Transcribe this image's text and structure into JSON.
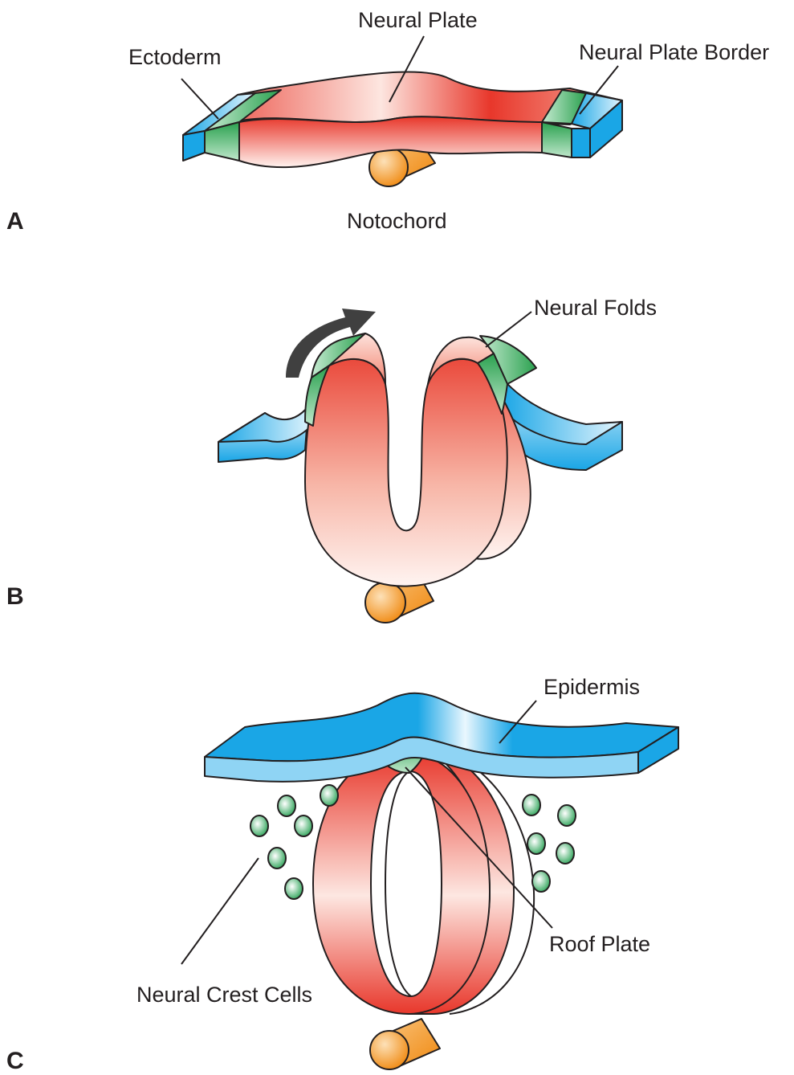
{
  "panels": [
    {
      "letter": "A",
      "labels": {
        "ectoderm": "Ectoderm",
        "neural_plate": "Neural Plate",
        "neural_plate_border": "Neural Plate Border",
        "notochord": "Notochord"
      }
    },
    {
      "letter": "B",
      "labels": {
        "neural_folds": "Neural Folds"
      }
    },
    {
      "letter": "C",
      "labels": {
        "epidermis": "Epidermis",
        "roof_plate": "Roof Plate",
        "neural_crest_cells": "Neural Crest Cells"
      }
    }
  ],
  "colors": {
    "neural_plate_red": "#e8372b",
    "neural_plate_border_green": "#2aa14f",
    "ectoderm_blue": "#1aa6e6",
    "notochord_orange": "#f08a12",
    "neural_crest_green": "#2fa55a",
    "outline": "#231f20",
    "arrow_gray": "#404040"
  }
}
